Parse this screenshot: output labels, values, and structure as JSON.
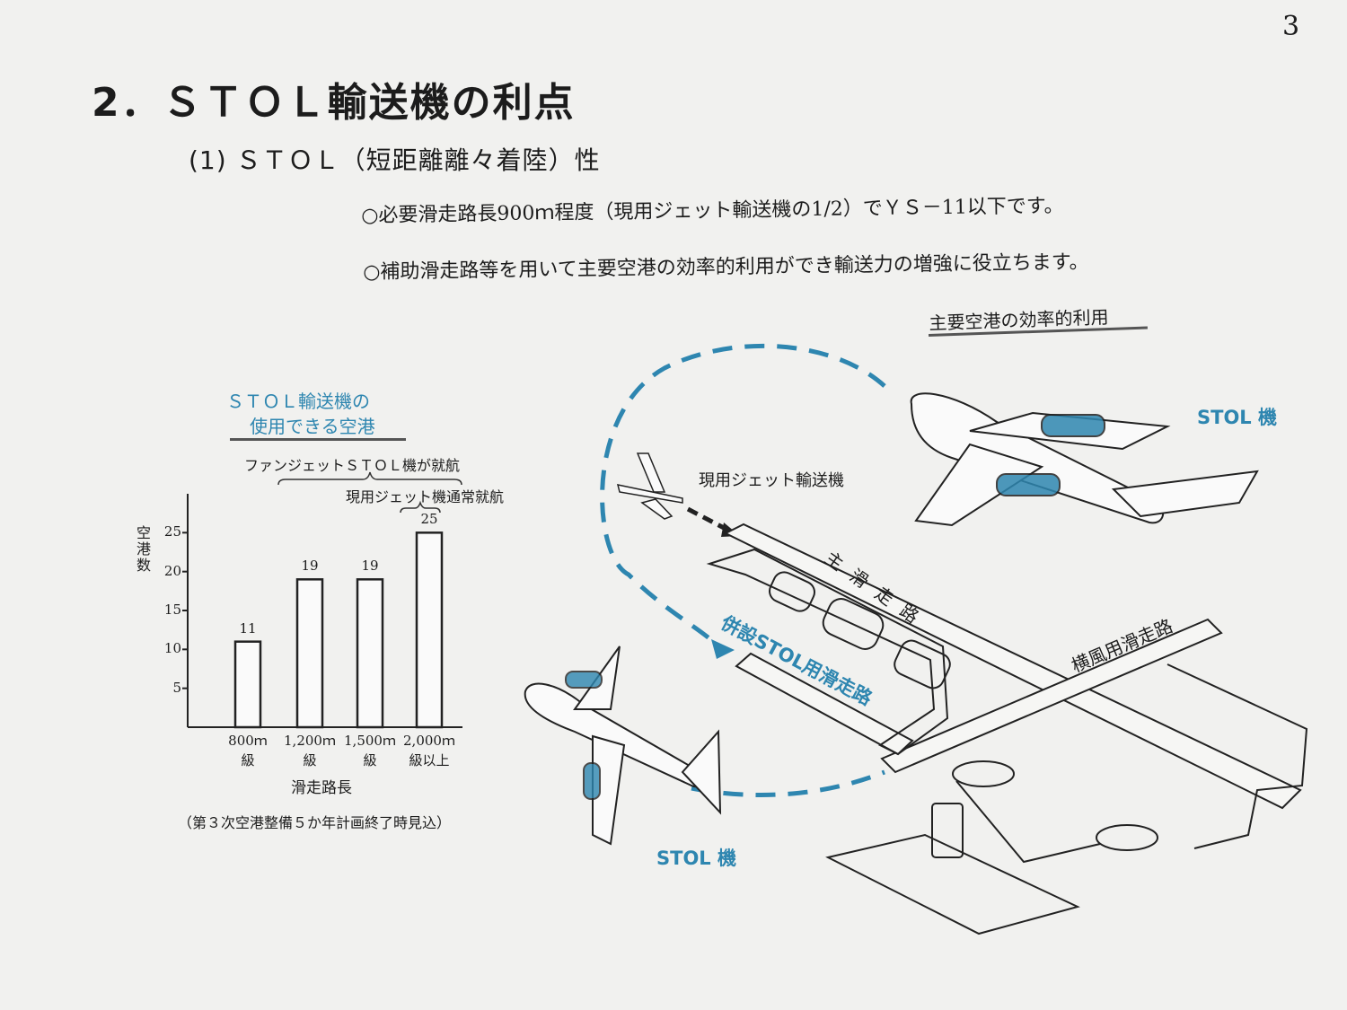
{
  "page": {
    "number": "3",
    "title": "2．ＳＴＯＬ輸送機の利点",
    "subtitle": "(1) ＳＴＯＬ（短距離離々着陸）性",
    "bullets": [
      "○必要滑走路長900ｍ程度（現用ジェット輸送機の1/2）でＹＳ－11以下です。",
      "○補助滑走路等を用いて主要空港の効率的利用ができ輸送力の増強に役立ちます。"
    ]
  },
  "chart": {
    "title_line1": "ＳＴＯＬ輸送機の",
    "title_line2": "使用できる空港",
    "note_fanjet": "ファンジェットＳＴＯＬ機が就航",
    "note_jet": "現用ジェット機通常就航",
    "footnote": "（第３次空港整備５か年計画終了時見込）"
  },
  "chart_data": {
    "type": "bar",
    "categories": [
      "800ｍ 級",
      "1,200ｍ 級",
      "1,500ｍ 級",
      "2,000ｍ 級以上"
    ],
    "category_lines": [
      [
        "800ｍ",
        "級"
      ],
      [
        "1,200ｍ",
        "級"
      ],
      [
        "1,500ｍ",
        "級"
      ],
      [
        "2,000ｍ",
        "級以上"
      ]
    ],
    "values": [
      11,
      19,
      19,
      25
    ],
    "value_labels": [
      "11",
      "19",
      "19",
      "25"
    ],
    "ylabel": "空港数",
    "xlabel": "滑走路長",
    "yticks": [
      5,
      10,
      15,
      20,
      25
    ],
    "ytick_labels": [
      "5",
      "10",
      "15",
      "20",
      "25"
    ],
    "ylim": [
      0,
      30
    ],
    "grid": false
  },
  "diagram": {
    "title": "主要空港の効率的利用",
    "stol_top": "STOL 機",
    "stol_bottom": "STOL 機",
    "jet_label": "現用ジェット輸送機",
    "main_runway": "主滑走路",
    "cross_runway": "横風用滑走路",
    "stol_runway": "併設STOL用滑走路",
    "accent_color": "#2e86b0"
  }
}
